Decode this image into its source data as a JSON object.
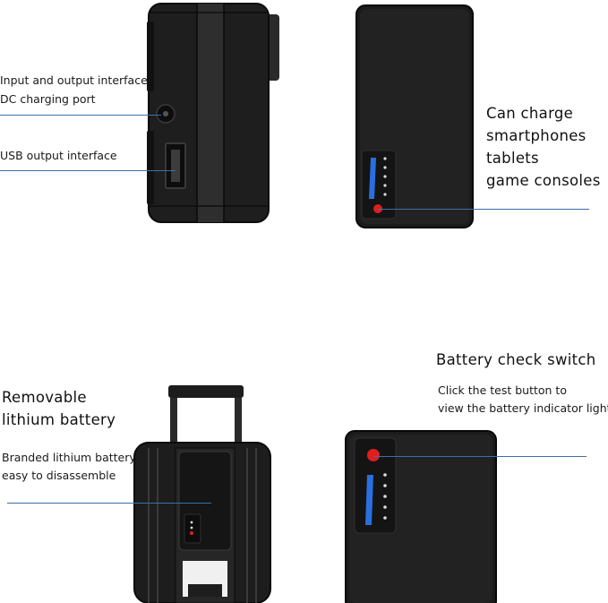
{
  "colors": {
    "leader_line": "#3f6fa8",
    "device_body": "#1c1c1c",
    "indicator_blue": "#2a6fe0",
    "switch_red": "#e01e1e"
  },
  "panels": {
    "side_view": {
      "labels": [
        "Input and output interface",
        "DC charging port",
        "USB output interface"
      ]
    },
    "front_view": {
      "labels": [
        "Can charge",
        "smartphones",
        "tablets",
        "game consoles"
      ]
    },
    "removable": {
      "title_lines": [
        "Removable",
        "lithium battery"
      ],
      "caption_lines": [
        "Branded lithium battery",
        "easy to disassemble"
      ]
    },
    "check_switch": {
      "title": "Battery check switch",
      "caption_lines": [
        "Click the test button to",
        "view the battery indicator light"
      ]
    }
  }
}
